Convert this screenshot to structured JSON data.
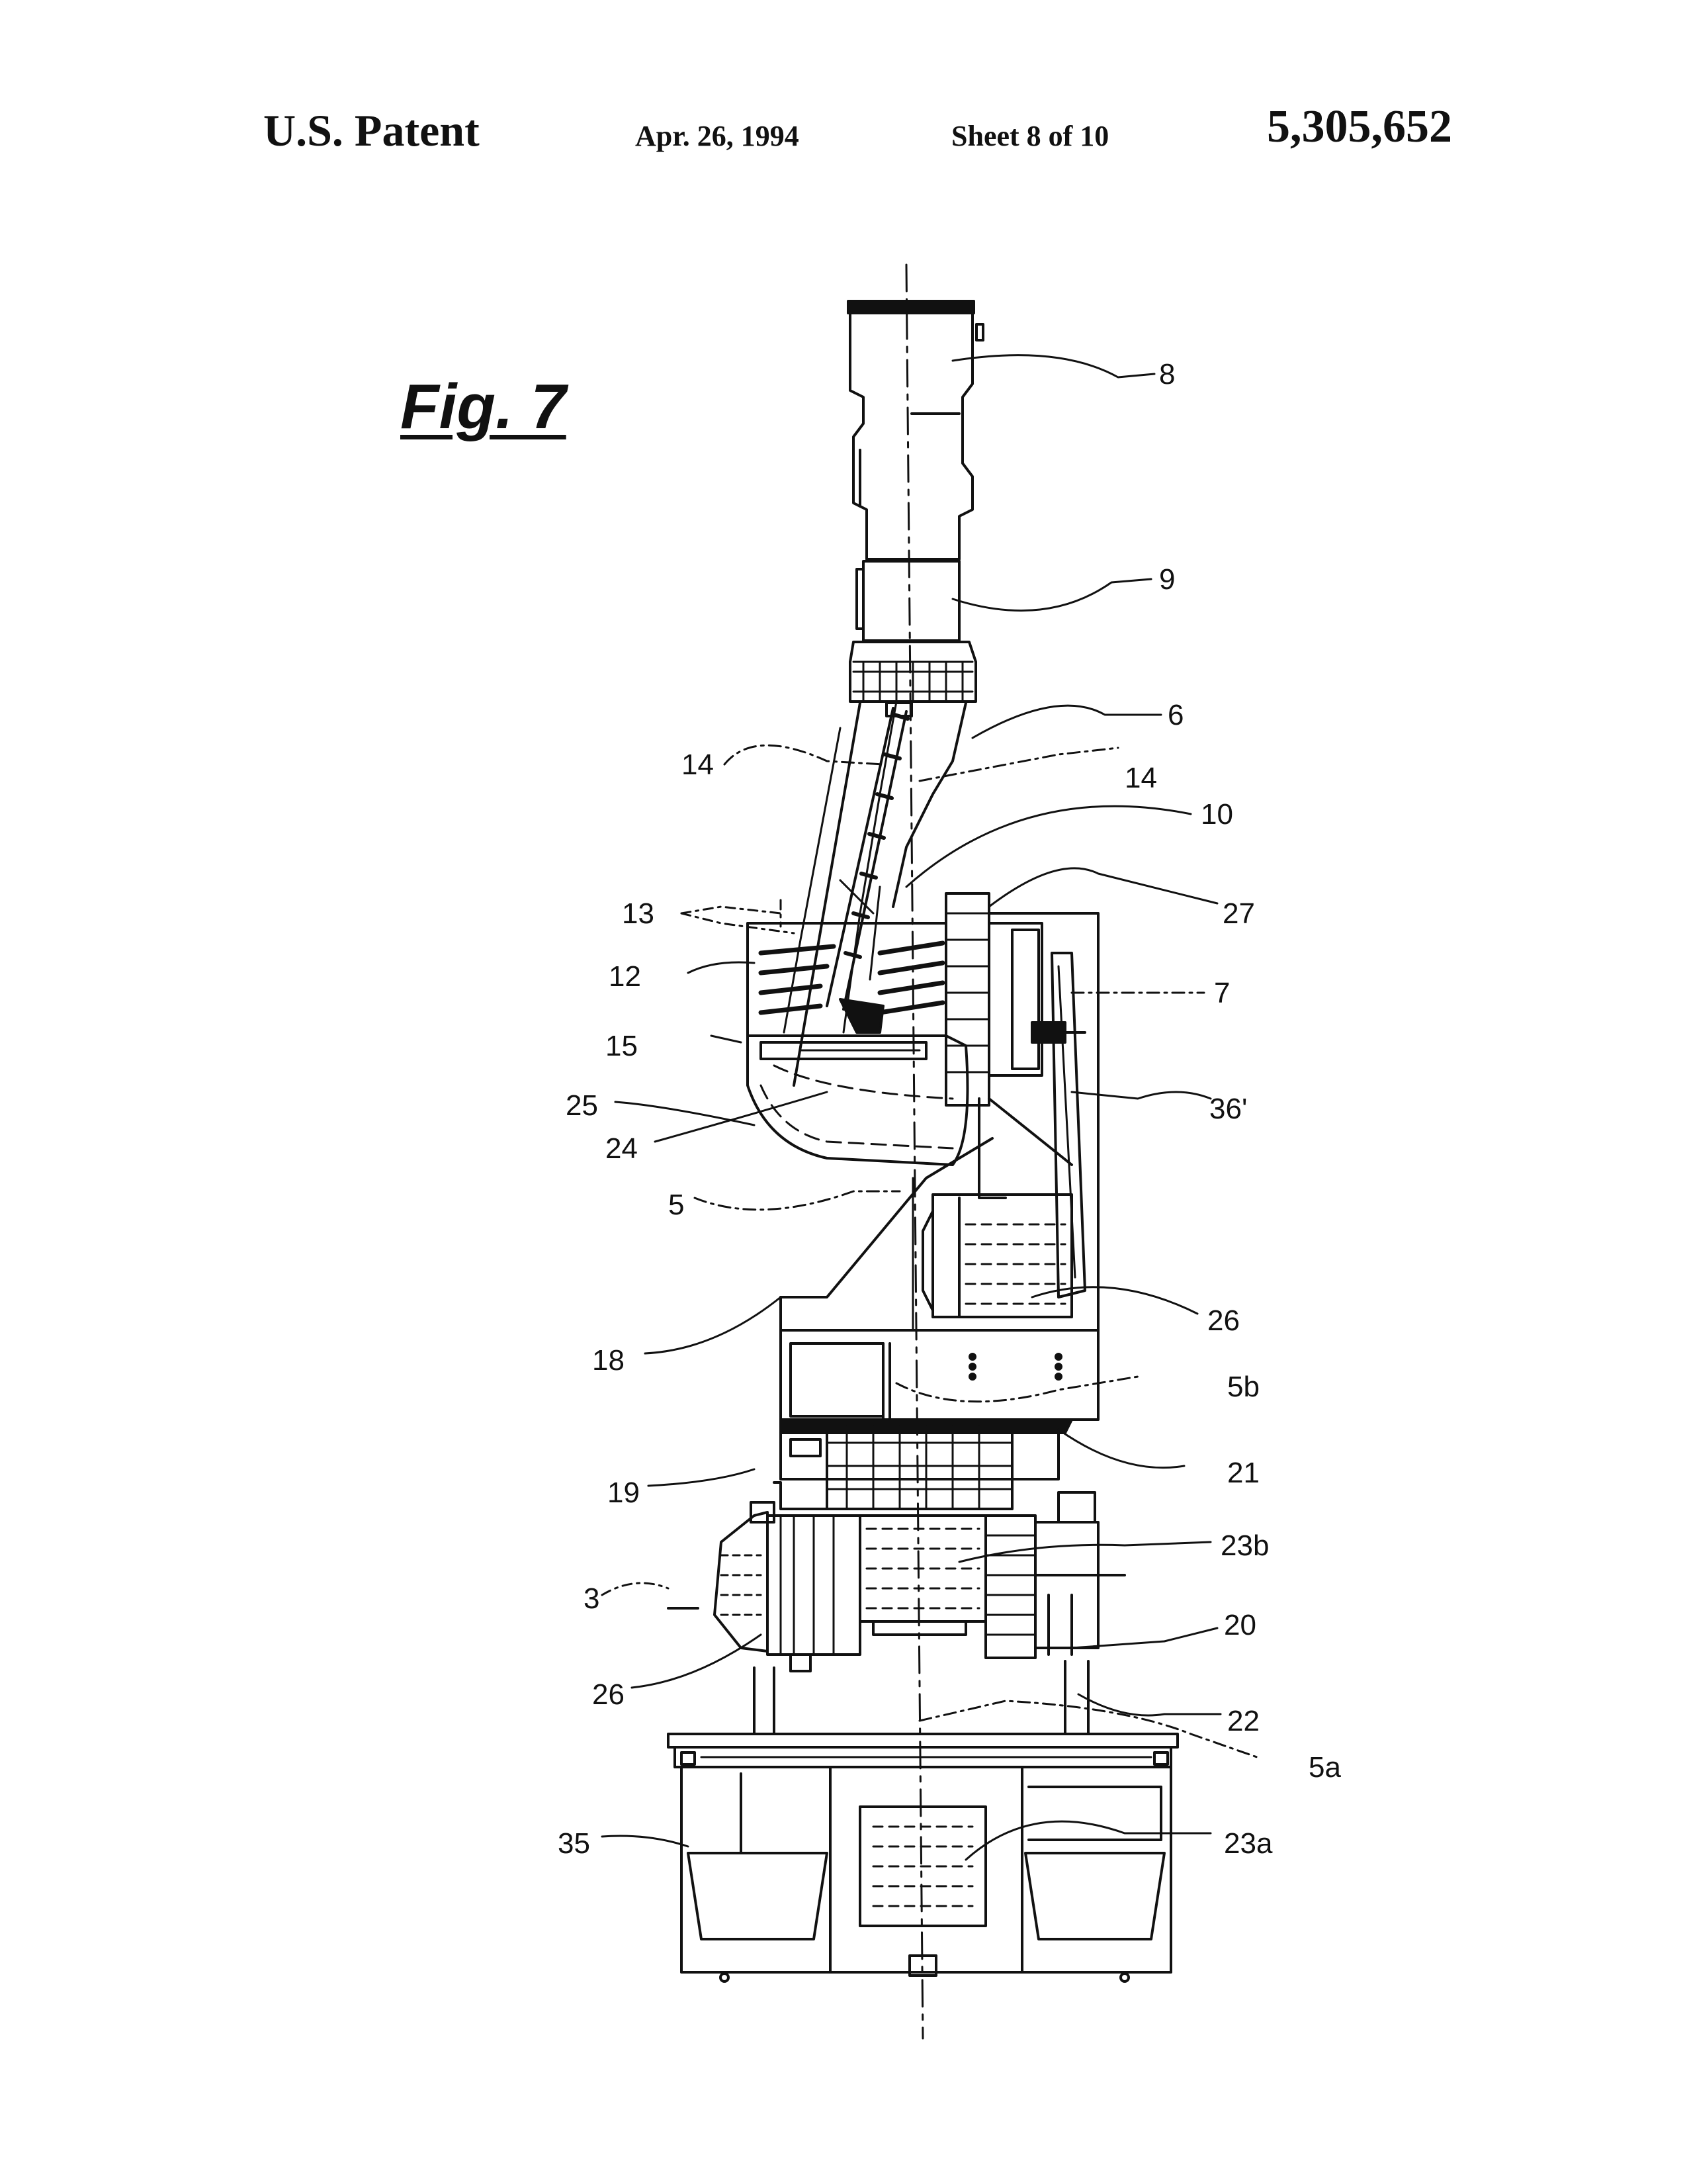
{
  "header": {
    "title": "U.S. Patent",
    "date": "Apr. 26, 1994",
    "sheet": "Sheet 8 of 10",
    "patent_number": "5,305,652"
  },
  "figure": {
    "label": "Fig. 7",
    "reference_numerals": [
      "8",
      "9",
      "6",
      "14",
      "14",
      "10",
      "13",
      "27",
      "12",
      "7",
      "15",
      "36'",
      "25",
      "24",
      "5",
      "26",
      "18",
      "5b",
      "21",
      "19",
      "23b",
      "3",
      "20",
      "26",
      "22",
      "5a",
      "35",
      "23a"
    ]
  }
}
